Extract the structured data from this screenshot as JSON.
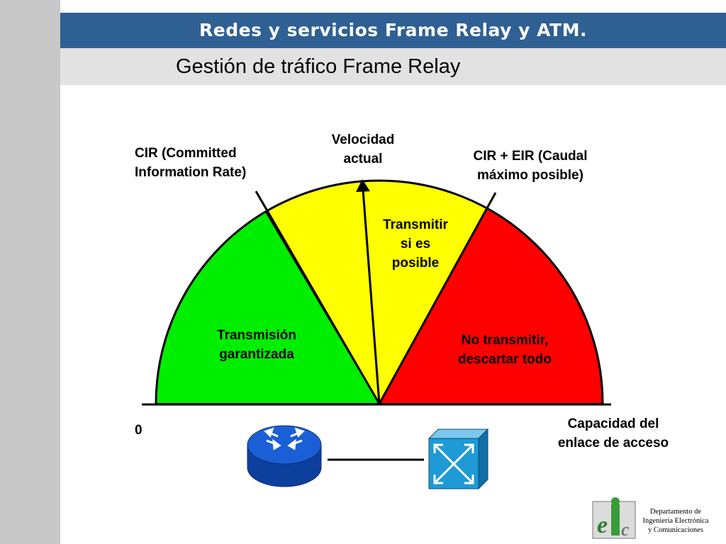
{
  "header": {
    "title": "Redes y servicios Frame Relay y ATM.",
    "subtitle": "Gestión de tráfico Frame Relay"
  },
  "labels": {
    "cir_line1": "CIR (Committed",
    "cir_line2": "Information Rate)",
    "velocidad_line1": "Velocidad",
    "velocidad_line2": "actual",
    "eir_line1": "CIR + EIR (Caudal",
    "eir_line2": "máximo posible)",
    "zero": "0",
    "capacidad_line1": "Capacidad del",
    "capacidad_line2": "enlace de acceso"
  },
  "zones": {
    "green": {
      "line1": "Transmisión",
      "line2": "garantizada",
      "color": "#00ee00"
    },
    "yellow": {
      "line1": "Transmitir",
      "line2": "si es",
      "line3": "posible",
      "color": "#ffff00"
    },
    "red": {
      "line1": "No transmitir,",
      "line2": "descartar todo",
      "color": "#ff0000"
    }
  },
  "icons": {
    "router": "router-icon",
    "switch": "atm-switch-icon",
    "logo": "department-logo-icon"
  },
  "colors": {
    "title_bar": "#2e6094",
    "subtitle_bar": "#e2e2e2",
    "router": "#1a5fd6",
    "switch": "#1e9ad6"
  },
  "footer": {
    "line1": "Departamento de",
    "line2": "Ingeniería Electrónica",
    "line3": "y Comunicaciones"
  }
}
